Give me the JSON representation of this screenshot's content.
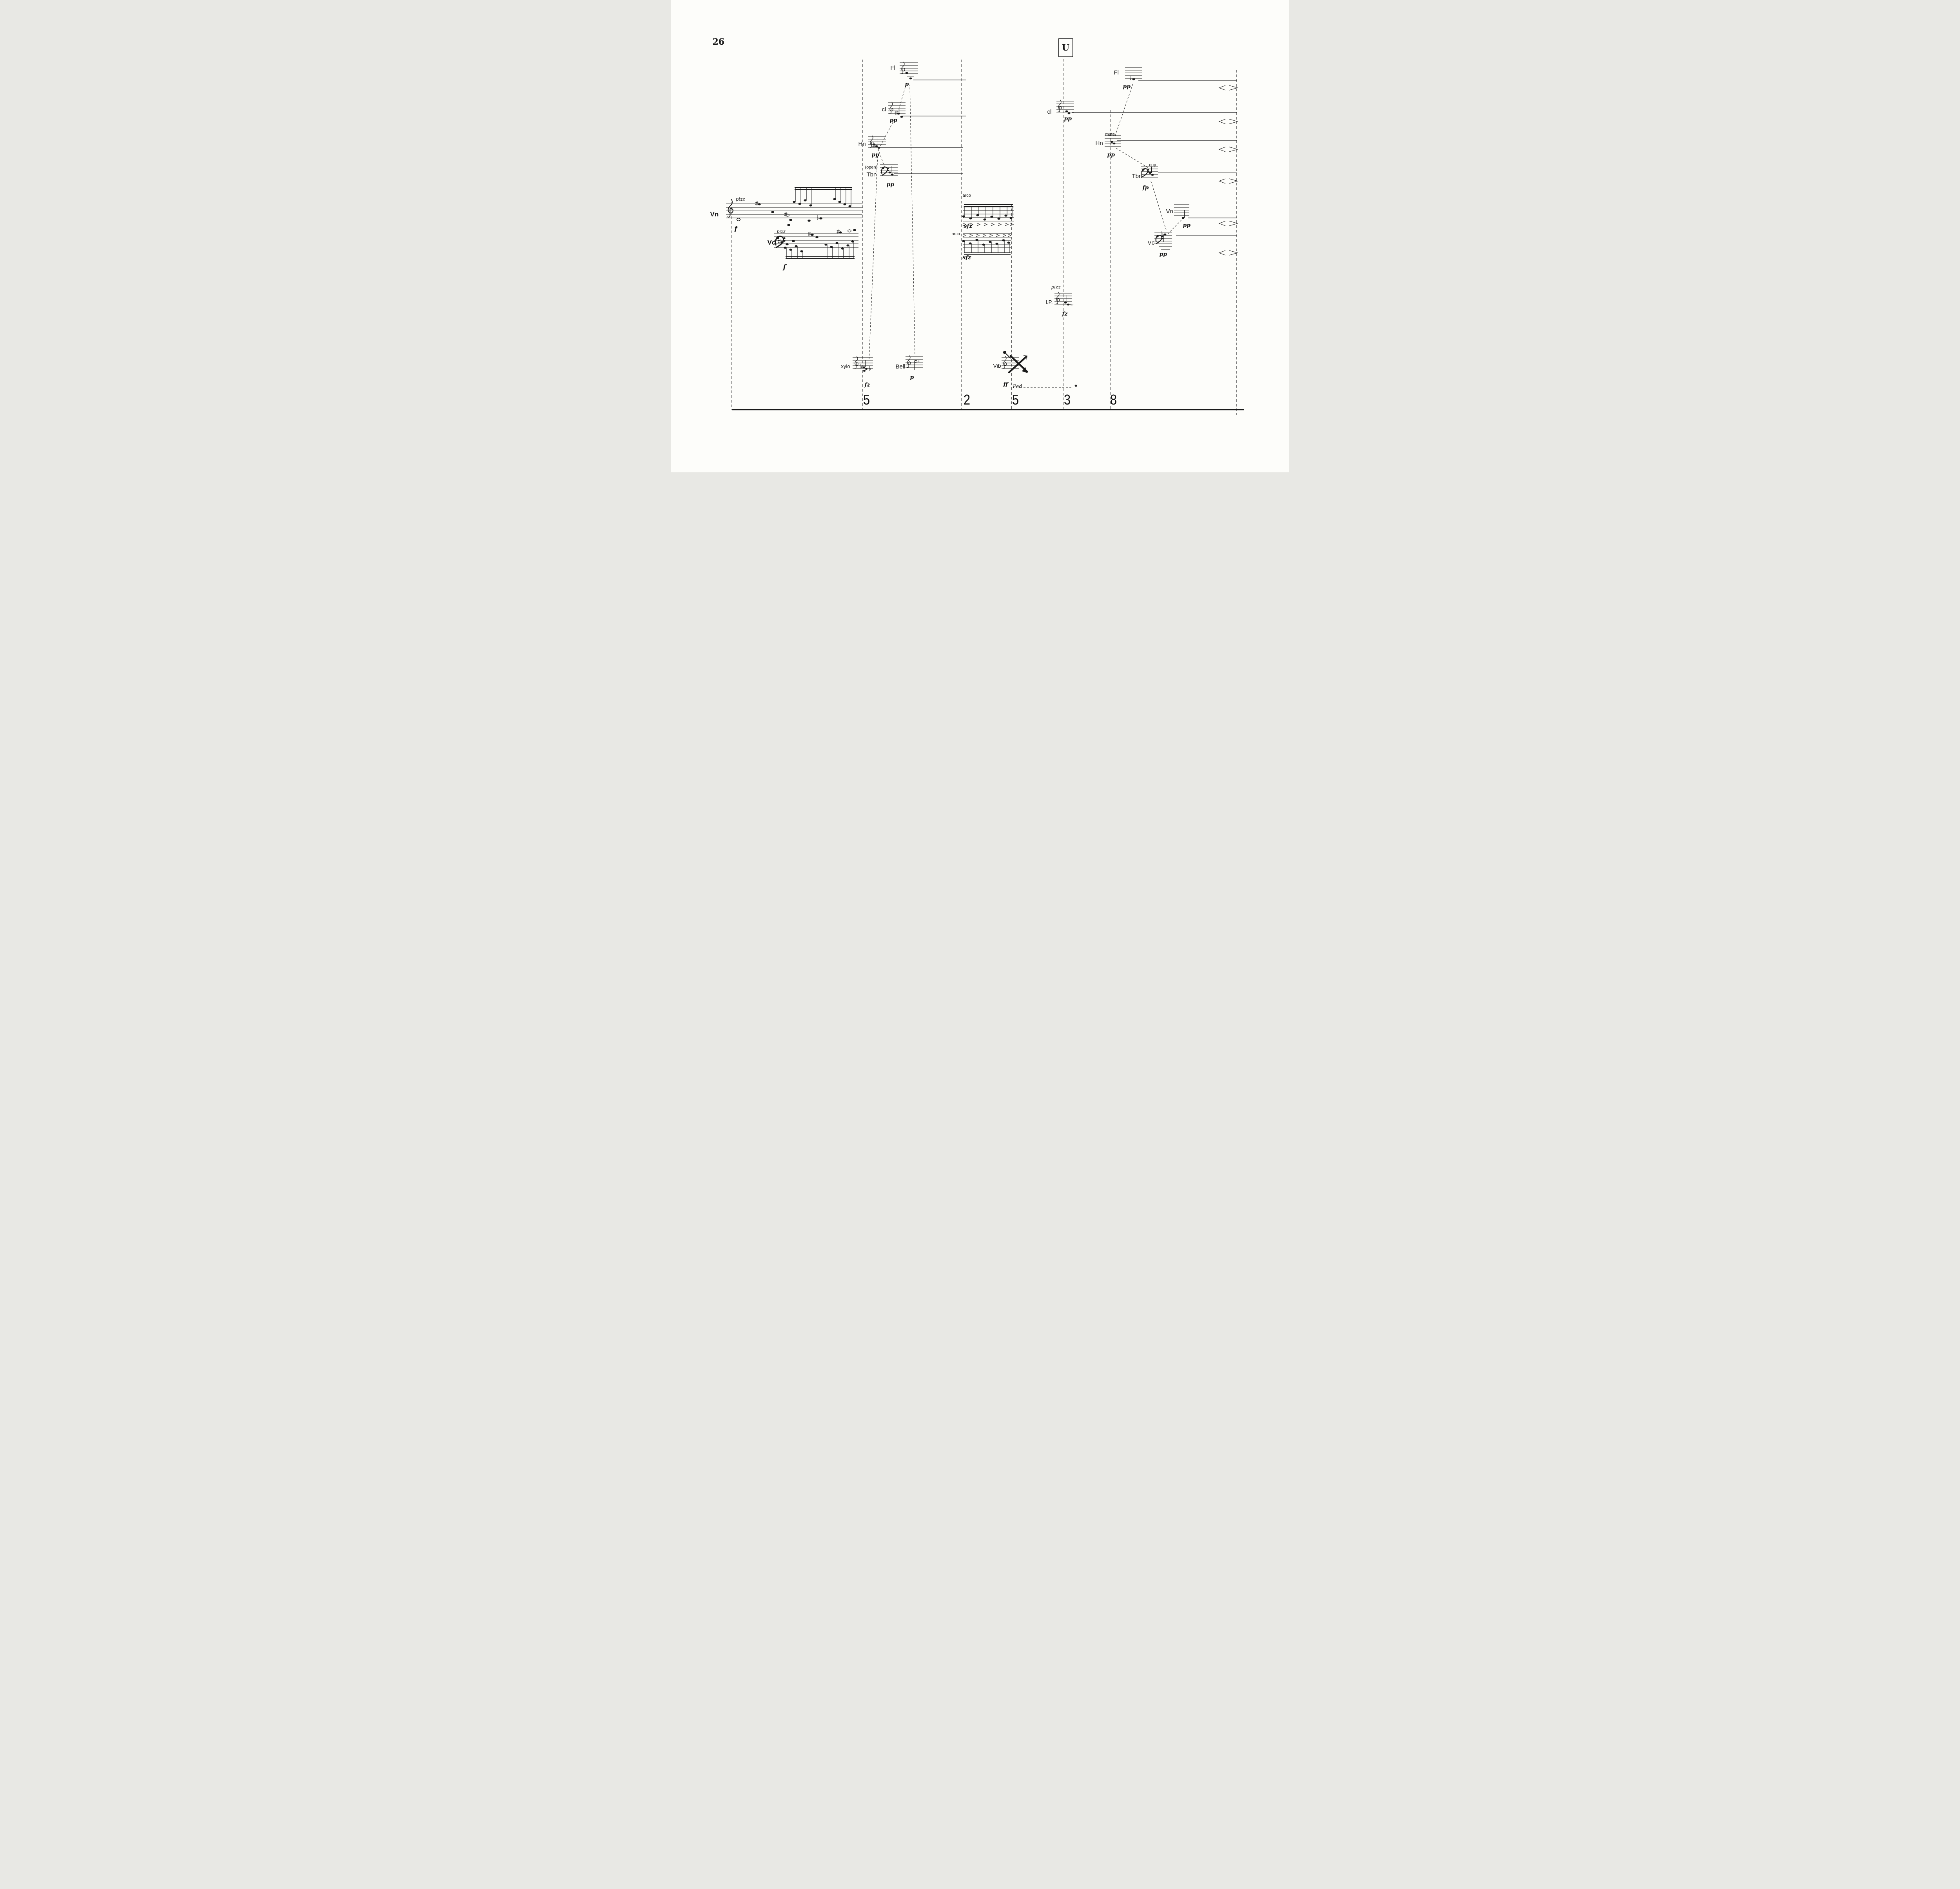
{
  "page": {
    "number": "26",
    "rehearsal_mark": "U"
  },
  "timeline": [
    "5",
    "2",
    "5",
    "3",
    "8"
  ],
  "left": {
    "fl": {
      "label": "Fl",
      "dyn": "p"
    },
    "cl": {
      "label": "cl",
      "dyn": "pp"
    },
    "hn": {
      "label": "Hn",
      "dyn": "pp"
    },
    "tbn": {
      "label": "Tbn",
      "dyn": "pp",
      "technique": "(open)"
    },
    "vn": {
      "label": "Vn",
      "technique": "pizz",
      "dyn": "f"
    },
    "vc": {
      "label": "Vc",
      "technique": "pizz",
      "dyn": "f"
    }
  },
  "middle": {
    "upper": {
      "technique": "arco",
      "dyn": "sfz"
    },
    "lower": {
      "technique": "arco",
      "dyn": "sfz"
    }
  },
  "perc": {
    "xylo": {
      "label": "xylo",
      "dyn": "fz"
    },
    "bell": {
      "label": "Bell",
      "dyn": "p"
    },
    "vib": {
      "label": "Vib",
      "dyn": "ff",
      "pedal": "Ped",
      "pedal_release": "*"
    },
    "lp": {
      "label": "I.P.",
      "technique": "pizz",
      "dyn": "fz"
    }
  },
  "right": {
    "cl": {
      "label": "cl",
      "dyn": "pp"
    },
    "fl": {
      "label": "Fl",
      "dyn": "pp"
    },
    "hn": {
      "label": "Hn",
      "technique": "mute.",
      "dyn": "pp"
    },
    "tbn": {
      "label": "Tbn",
      "technique": "cup",
      "dyn": "fp"
    },
    "vn": {
      "label": "Vn",
      "dyn": "pp"
    },
    "vc": {
      "label": "Vc",
      "dyn": "pp"
    }
  }
}
